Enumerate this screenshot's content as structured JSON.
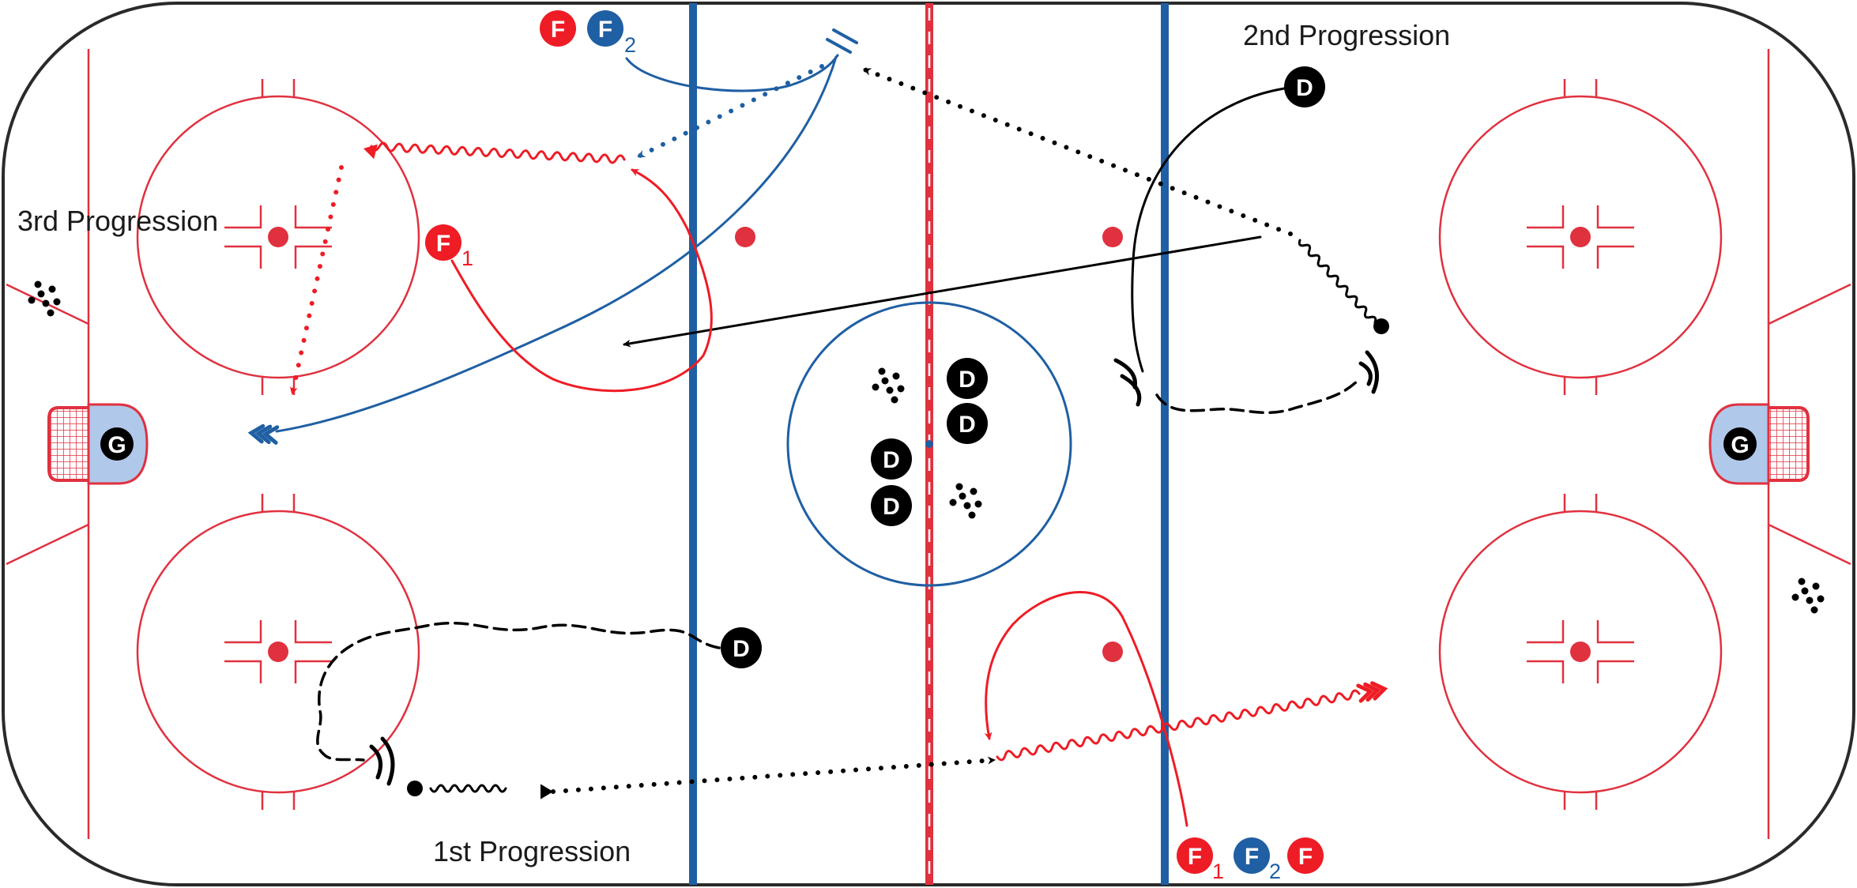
{
  "labels": {
    "first": "1st Progression",
    "second": "2nd Progression",
    "third": "3rd Progression"
  },
  "tokens": {
    "forward": "F",
    "defense": "D",
    "goalie": "G",
    "sub1": "1",
    "sub2": "2"
  },
  "colors": {
    "red": "#ee1c25",
    "blue": "#1f5fa3",
    "rinkLine": "#e0313f",
    "black": "#000000",
    "crease": "#b0c8ea"
  },
  "icons": [
    "puck-pile-icon",
    "net-icon",
    "faceoff-dot-icon",
    "arrowhead-icon",
    "triple-chevron-icon"
  ]
}
